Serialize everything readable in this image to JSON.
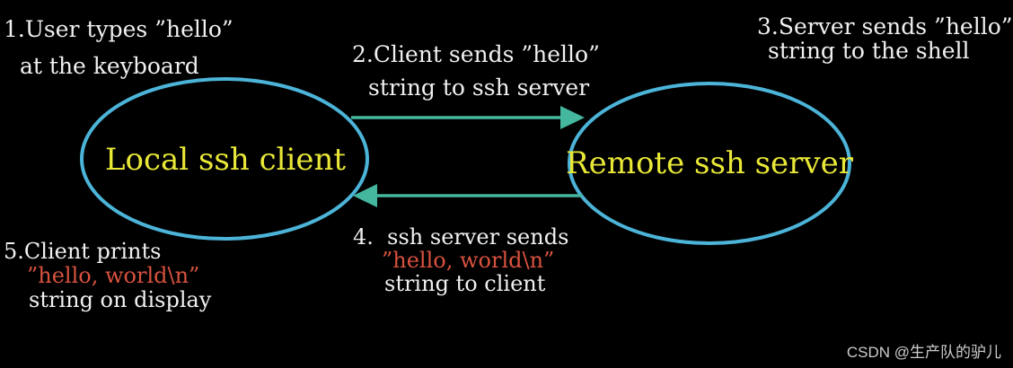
{
  "colors": {
    "background": "#000000",
    "ellipse_stroke": "#4cb4d8",
    "arrow": "#44b79e",
    "node_label": "#e9e837",
    "text": "#f0f0f0",
    "highlight": "#d9523f",
    "watermark": "#cccccc"
  },
  "nodes": {
    "client": {
      "label": "Local ssh client"
    },
    "server": {
      "label": "Remote ssh server"
    }
  },
  "annotations": {
    "step1": {
      "line1": "1.User types ”hello”",
      "line2": "at the keyboard"
    },
    "step2": {
      "line1": "2.Client sends ”hello”",
      "line2": "string to ssh server"
    },
    "step3": {
      "line1": "3.Server sends ”hello”",
      "line2": "string to the shell"
    },
    "step4": {
      "line1": "4.  ssh server sends",
      "line2": "”hello, world\\n”",
      "line3": "string to client"
    },
    "step5": {
      "line1": "5.Client prints",
      "line2": "”hello, world\\n”",
      "line3": "string on display"
    }
  },
  "watermark": "CSDN @生产队的驴儿"
}
